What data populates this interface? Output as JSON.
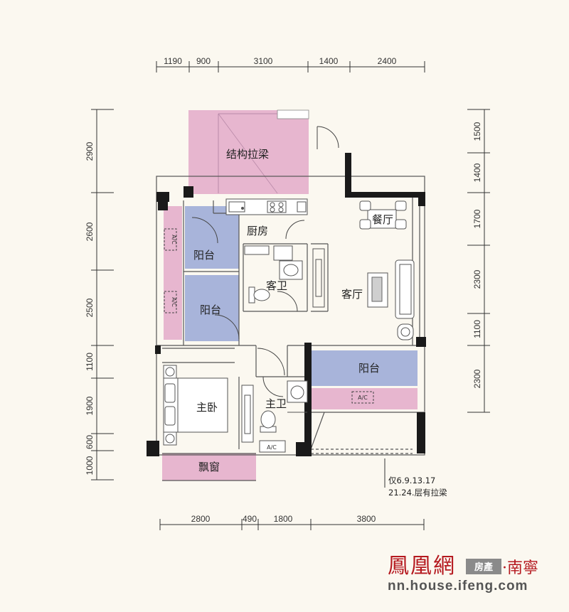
{
  "dimensions": {
    "top": [
      "1190",
      "900",
      "3100",
      "1400",
      "2400"
    ],
    "bottom": [
      "2800",
      "490",
      "1800",
      "3800"
    ],
    "left": [
      "2900",
      "2600",
      "2500",
      "1100",
      "1900",
      "600",
      "1000"
    ],
    "right": [
      "1500",
      "1400",
      "1700",
      "2300",
      "1100",
      "2300"
    ]
  },
  "rooms": {
    "structural_beam": "结构拉梁",
    "kitchen": "厨房",
    "dining": "餐厅",
    "balcony_upper": "阳台",
    "balcony_middle": "阳台",
    "guest_bath": "客卫",
    "living": "客厅",
    "balcony_right": "阳台",
    "master_bedroom": "主卧",
    "master_bath": "主卫",
    "bay_window": "飘窗"
  },
  "labels": {
    "ac_1": "A/C",
    "ac_2": "A/C",
    "ac_3": "A/C",
    "ac_4": "A/C"
  },
  "note": {
    "line1": "仅6.9.13.17",
    "line2": "21.24.层有拉梁"
  },
  "brand": {
    "name": "鳳凰網",
    "tag": "房產",
    "city": "·南寧",
    "url": "nn.house.ifeng.com"
  },
  "colors": {
    "pink": "#e7b6cf",
    "magenta": "#d9a3c6",
    "blue": "#a8b4da",
    "wall": "#1a1a1a",
    "brand_red": "#b5191f"
  }
}
